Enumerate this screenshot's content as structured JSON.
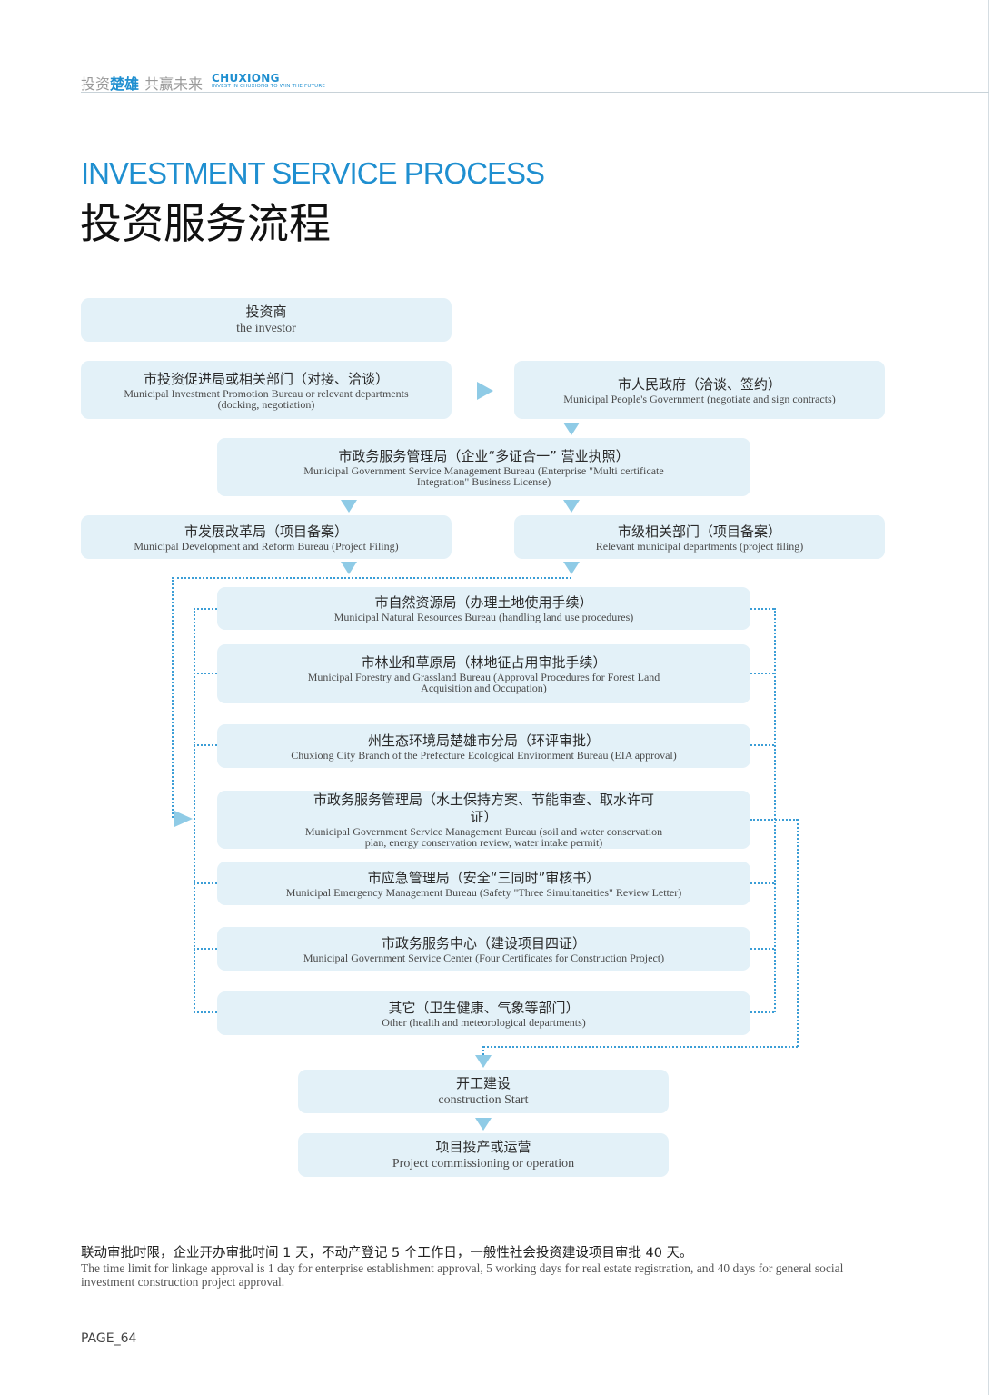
{
  "header": {
    "cn_prefix": "投资",
    "cn_highlight": "楚雄",
    "cn_suffix": "共赢未来",
    "brand": "CHUXIONG",
    "tagline": "INVEST IN CHUXIONG TO WIN THE FUTURE"
  },
  "title": {
    "en": "INVESTMENT SERVICE PROCESS",
    "cn": "投资服务流程"
  },
  "flow": {
    "investor": {
      "cn": "投资商",
      "en": "the investor"
    },
    "promotion": {
      "cn": "市投资促进局或相关部门（对接、洽谈）",
      "en": "Municipal Investment Promotion Bureau or relevant departments (docking, negotiation)"
    },
    "people_gov": {
      "cn": "市人民政府（洽谈、签约）",
      "en": "Municipal People's Government (negotiate and sign contracts)"
    },
    "service_license": {
      "cn": "市政务服务管理局（企业“多证合一” 营业执照）",
      "en": "Municipal Government Service Management Bureau (Enterprise \"Multi certificate Integration\" Business License)"
    },
    "development": {
      "cn": "市发展改革局（项目备案）",
      "en": "Municipal Development and Reform Bureau (Project Filing)"
    },
    "relevant": {
      "cn": "市级相关部门（项目备案）",
      "en": "Relevant municipal departments (project filing)"
    },
    "parallel": [
      {
        "cn": "市自然资源局（办理土地使用手续）",
        "en": "Municipal Natural Resources Bureau (handling land use procedures)"
      },
      {
        "cn": "市林业和草原局（林地征占用审批手续）",
        "en": "Municipal Forestry and Grassland Bureau (Approval Procedures for Forest Land Acquisition and Occupation)"
      },
      {
        "cn": "州生态环境局楚雄市分局（环评审批）",
        "en": "Chuxiong City Branch of the Prefecture Ecological Environment Bureau (EIA approval)"
      },
      {
        "cn": "市政务服务管理局（水土保持方案、节能审查、取水许可证）",
        "en": "Municipal Government Service Management Bureau (soil and water conservation plan, energy conservation review, water intake permit)"
      },
      {
        "cn": "市应急管理局（安全“三同时”审核书）",
        "en": "Municipal Emergency Management Bureau (Safety \"Three Simultaneities\" Review Letter)"
      },
      {
        "cn": "市政务服务中心（建设项目四证）",
        "en": "Municipal Government Service Center (Four Certificates for Construction Project)"
      },
      {
        "cn": "其它（卫生健康、气象等部门）",
        "en": "Other (health and meteorological departments)"
      }
    ],
    "start": {
      "cn": "开工建设",
      "en": "construction Start"
    },
    "operation": {
      "cn": "项目投产或运营",
      "en": "Project commissioning or operation"
    }
  },
  "note": {
    "cn": "联动审批时限，企业开办审批时间 1 天，不动产登记 5 个工作日，一般性社会投资建设项目审批 40 天。",
    "en": "The time limit for linkage approval is 1 day for enterprise establishment approval, 5 working days for real estate registration, and 40 days for general social investment construction project approval."
  },
  "page": "PAGE_64",
  "colors": {
    "accent": "#1f8fd0",
    "box": "#e3f1f8",
    "arrow": "#8fcbe6",
    "connector": "#3c9ed6"
  }
}
